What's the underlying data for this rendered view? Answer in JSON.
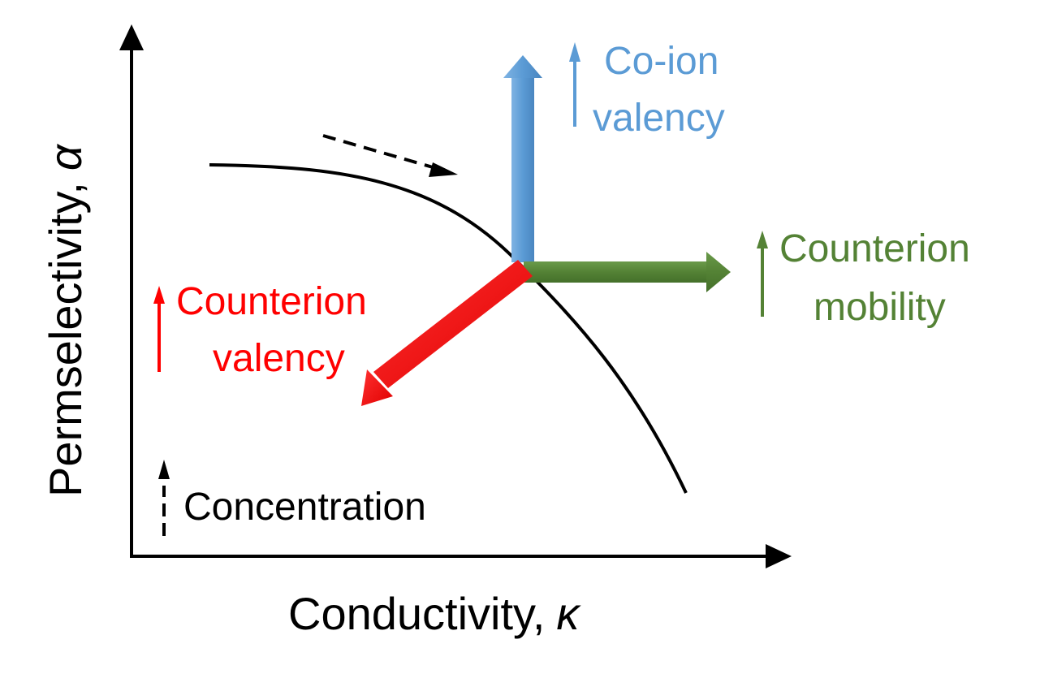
{
  "axes": {
    "x_label": "Conductivity,",
    "x_symbol": "κ",
    "y_label": "Permselectivity,",
    "y_symbol": "α"
  },
  "labels": {
    "coion_line1": "Co-ion",
    "coion_line2": "valency",
    "mobility_line1": "Counterion",
    "mobility_line2": "mobility",
    "valency_line1": "Counterion",
    "valency_line2": "valency",
    "concentration": "Concentration"
  },
  "colors": {
    "coion": "#5b9bd5",
    "mobility": "#548235",
    "valency": "#ff0000",
    "axis": "#000000"
  }
}
